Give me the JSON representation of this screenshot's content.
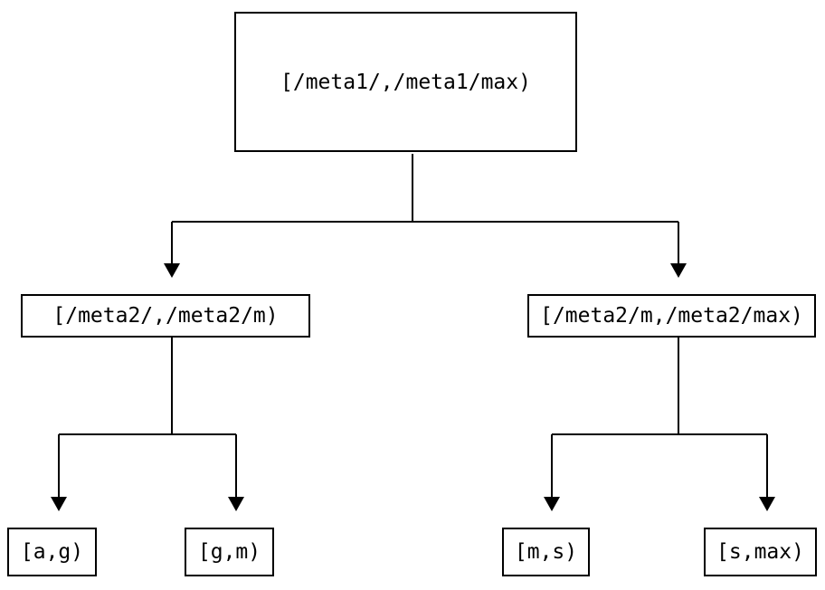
{
  "diagram": {
    "background_color": "#ffffff",
    "line_color": "#000000",
    "nodes": {
      "root": {
        "label": "[/meta1/,/meta1/max)"
      },
      "left_child": {
        "label": "[/meta2/,/meta2/m)"
      },
      "right_child": {
        "label": "[/meta2/m,/meta2/max)"
      },
      "leaf_a_g": {
        "label": "[a,g)"
      },
      "leaf_g_m": {
        "label": "[g,m)"
      },
      "leaf_m_s": {
        "label": "[m,s)"
      },
      "leaf_s_max": {
        "label": "[s,max)"
      }
    }
  }
}
